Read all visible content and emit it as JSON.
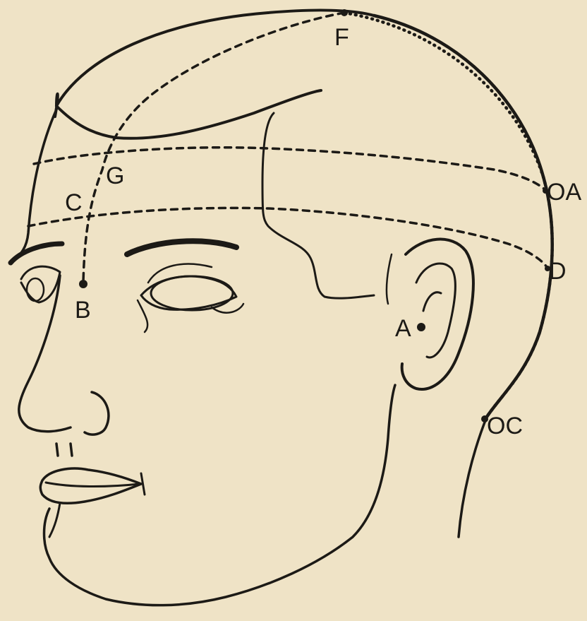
{
  "labels": {
    "F": "F",
    "G": "G",
    "C": "C",
    "B": "B",
    "OA": "OA",
    "D": "D",
    "A": "A",
    "OC": "OC"
  },
  "colors": {
    "paper": "#efe3c6",
    "ink": "#1c1a16"
  }
}
